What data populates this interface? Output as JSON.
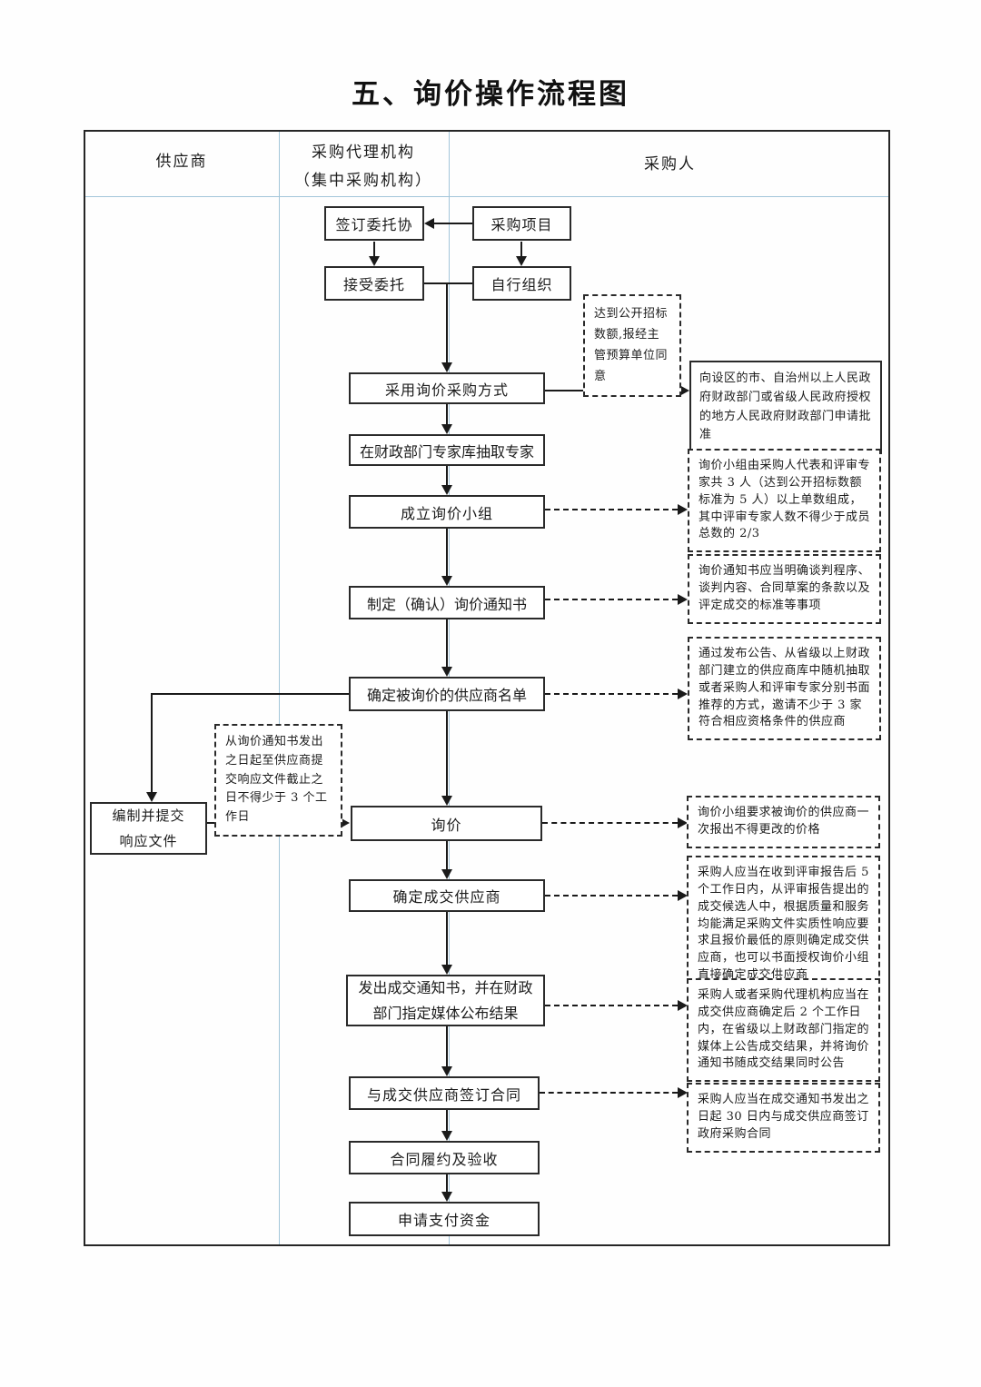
{
  "title": "五、询价操作流程图",
  "lanes": {
    "supplier": "供应商",
    "agency": "采购代理机构\n（集中采购机构）",
    "purchaser": "采购人"
  },
  "nodes": {
    "sign_entrust": "签订委托协",
    "procurement_project": "采购项目",
    "accept_entrust": "接受委托",
    "self_organize": "自行组织",
    "adopt_method": "采用询价采购方式",
    "draw_experts": "在财政部门专家库抽取专家",
    "form_team": "成立询价小组",
    "make_notice": "制定（确认）询价通知书",
    "confirm_supplier_list": "确定被询价的供应商名单",
    "inquiry": "询价",
    "confirm_deal_supplier": "确定成交供应商",
    "issue_deal_notice": "发出成交通知书，并在财政部门指定媒体公布结果",
    "sign_contract": "与成交供应商签订合同",
    "contract_performance": "合同履约及验收",
    "apply_payment": "申请支付资金",
    "prepare_response": "编制并提交\n响应文件",
    "apply_approval": "向设区的市、自治州以上人民政府财政部门或省级人民政府授权的地方人民政府财政部门申请批准"
  },
  "notes": {
    "open_tender_threshold": "达到公开招标数额,报经主管预算单位同意",
    "team_composition": "询价小组由采购人代表和评审专家共 3 人（达到公开招标数额标准为 5 人）以上单数组成，其中评审专家人数不得少于成员总数的 2/3",
    "notice_content": "询价通知书应当明确谈判程序、谈判内容、合同草案的条款以及评定成交的标准等事项",
    "supplier_selection": "通过发布公告、从省级以上财政部门建立的供应商库中随机抽取或者采购人和评审专家分别书面推荐的方式，邀请不少于 3 家符合相应资格条件的供应商",
    "response_deadline": "从询价通知书发出之日起至供应商提交响应文件截止之日不得少于 3 个工作日",
    "one_quote": "询价小组要求被询价的供应商一次报出不得更改的价格",
    "deal_rule": "采购人应当在收到评审报告后 5 个工作日内，从评审报告提出的成交候选人中，根据质量和服务均能满足采购文件实质性响应要求且报价最低的原则确定成交供应商，也可以书面授权询价小组直接确定成交供应商",
    "announce_rule": "采购人或者采购代理机构应当在成交供应商确定后 2 个工作日内，在省级以上财政部门指定的媒体上公告成交结果，并将询价通知书随成交结果同时公告",
    "contract_deadline": "采购人应当在成交通知书发出之日起 30 日内与成交供应商签订政府采购合同"
  },
  "colors": {
    "lane_divider": "#a3c6da",
    "line": "#1a1a1a"
  }
}
